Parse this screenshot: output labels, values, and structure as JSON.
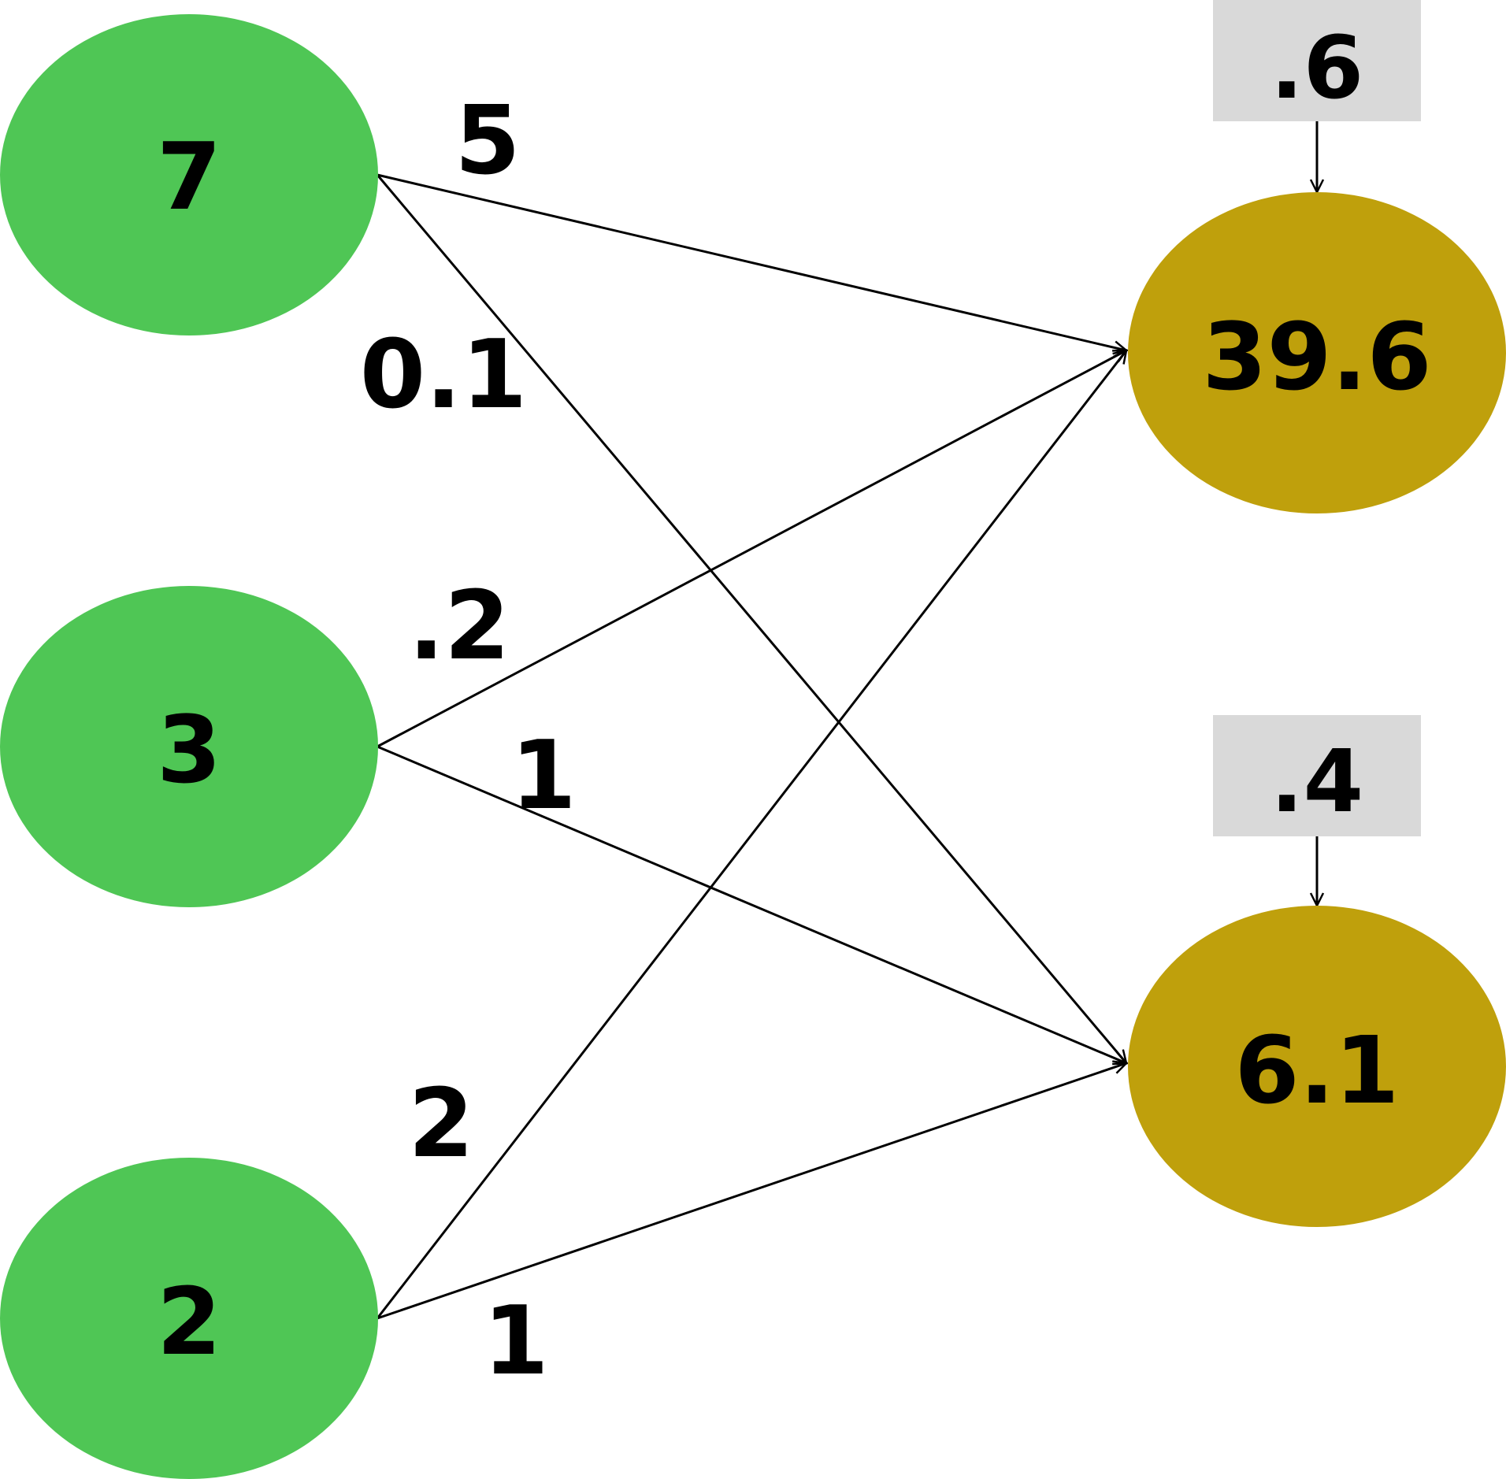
{
  "colors": {
    "input_node": "#4fc655",
    "output_node": "#bfa00c",
    "bias_box": "#d9d9d9",
    "edge": "#000000",
    "background": "#ffffff"
  },
  "inputs": [
    {
      "id": "in-1",
      "value": "7"
    },
    {
      "id": "in-2",
      "value": "3"
    },
    {
      "id": "in-3",
      "value": "2"
    }
  ],
  "outputs": [
    {
      "id": "out-1",
      "value": "39.6",
      "bias": ".6"
    },
    {
      "id": "out-2",
      "value": "6.1",
      "bias": ".4"
    }
  ],
  "edges": [
    {
      "from": "in-1",
      "to": "out-1",
      "weight": "5"
    },
    {
      "from": "in-1",
      "to": "out-2",
      "weight": "0.1"
    },
    {
      "from": "in-2",
      "to": "out-1",
      "weight": ".2"
    },
    {
      "from": "in-2",
      "to": "out-2",
      "weight": "1"
    },
    {
      "from": "in-3",
      "to": "out-1",
      "weight": "2"
    },
    {
      "from": "in-3",
      "to": "out-2",
      "weight": "1"
    }
  ]
}
